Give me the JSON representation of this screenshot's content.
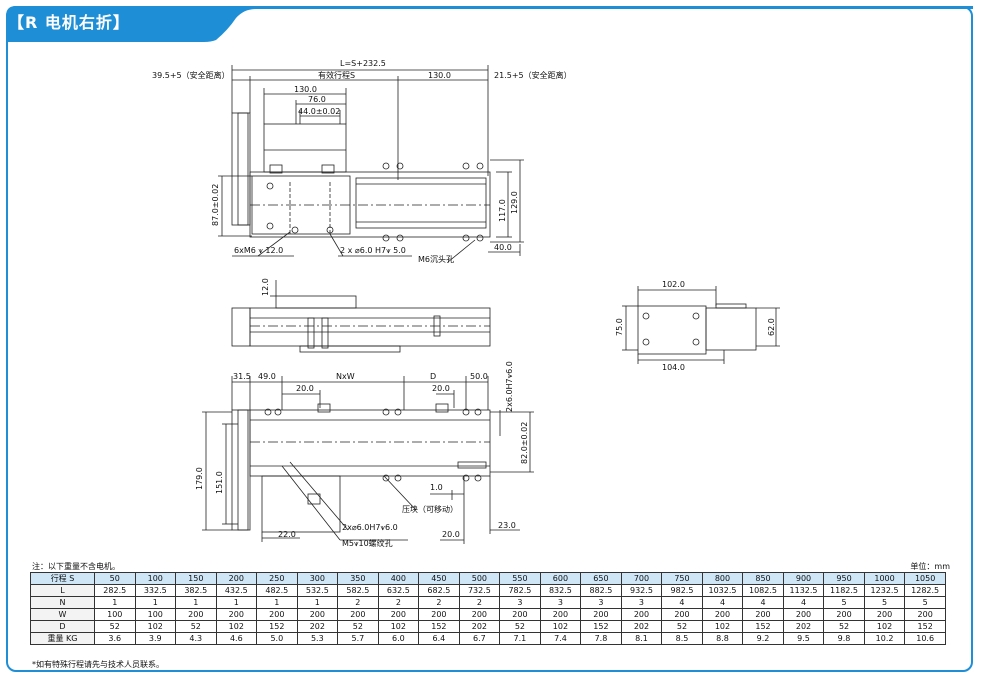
{
  "header": {
    "title": "【R 电机右折】"
  },
  "drawing": {
    "top_view": {
      "total_length": "L=S+232.5",
      "left_safety": "39.5+5（安全距离）",
      "effective_stroke": "有效行程S",
      "right_gap": "130.0",
      "right_safety": "21.5+5（安全距离）",
      "dim_130": "130.0",
      "dim_76": "76.0",
      "dim_44": "44.0±0.02",
      "dim_87": "87.0±0.02",
      "dim_117": "117.0",
      "dim_129": "129.0",
      "dim_40": "40.0",
      "hole_m6": "6xM6 ⩛ 12.0",
      "hole_pin": "2 x ⌀6.0 H7⩛ 5.0",
      "counterbore": "M6沉头孔"
    },
    "side_view": {
      "dim_12": "12.0"
    },
    "end_view": {
      "dim_102": "102.0",
      "dim_75": "75.0",
      "dim_62": "62.0",
      "dim_104": "104.0"
    },
    "bottom_view": {
      "dim_31_5": "31.5",
      "dim_49": "49.0",
      "dim_nxw": "NxW",
      "dim_d": "D",
      "dim_50": "50.0",
      "dim_20_a": "20.0",
      "dim_20_b": "20.0",
      "dim_pin": "2x6.0H7⩛6.0",
      "dim_82": "82.0±0.02",
      "dim_179": "179.0",
      "dim_151": "151.0",
      "dim_1": "1.0",
      "pressure_block": "压块（可移动）",
      "pin_hole": "2x⌀6.0H7⩛6.0",
      "thread_hole": "M5⩛10螺纹孔",
      "dim_22": "22.0",
      "dim_20_c": "20.0",
      "dim_23": "23.0"
    }
  },
  "notes": {
    "weight_note": "注：以下重量不含电机。",
    "unit": "单位：mm",
    "footnote": "*如有特殊行程请先与技术人员联系。"
  },
  "spec_table": {
    "rows": [
      {
        "label": "行程 S",
        "values": [
          "50",
          "100",
          "150",
          "200",
          "250",
          "300",
          "350",
          "400",
          "450",
          "500",
          "550",
          "600",
          "650",
          "700",
          "750",
          "800",
          "850",
          "900",
          "950",
          "1000",
          "1050"
        ]
      },
      {
        "label": "L",
        "values": [
          "282.5",
          "332.5",
          "382.5",
          "432.5",
          "482.5",
          "532.5",
          "582.5",
          "632.5",
          "682.5",
          "732.5",
          "782.5",
          "832.5",
          "882.5",
          "932.5",
          "982.5",
          "1032.5",
          "1082.5",
          "1132.5",
          "1182.5",
          "1232.5",
          "1282.5"
        ]
      },
      {
        "label": "N",
        "values": [
          "1",
          "1",
          "1",
          "1",
          "1",
          "1",
          "2",
          "2",
          "2",
          "2",
          "3",
          "3",
          "3",
          "3",
          "4",
          "4",
          "4",
          "4",
          "5",
          "5",
          "5"
        ]
      },
      {
        "label": "W",
        "values": [
          "100",
          "100",
          "200",
          "200",
          "200",
          "200",
          "200",
          "200",
          "200",
          "200",
          "200",
          "200",
          "200",
          "200",
          "200",
          "200",
          "200",
          "200",
          "200",
          "200",
          "200"
        ]
      },
      {
        "label": "D",
        "values": [
          "52",
          "102",
          "52",
          "102",
          "152",
          "202",
          "52",
          "102",
          "152",
          "202",
          "52",
          "102",
          "152",
          "202",
          "52",
          "102",
          "152",
          "202",
          "52",
          "102",
          "152"
        ]
      },
      {
        "label": "重量 KG",
        "values": [
          "3.6",
          "3.9",
          "4.3",
          "4.6",
          "5.0",
          "5.3",
          "5.7",
          "6.0",
          "6.4",
          "6.7",
          "7.1",
          "7.4",
          "7.8",
          "8.1",
          "8.5",
          "8.8",
          "9.2",
          "9.5",
          "9.8",
          "10.2",
          "10.6"
        ]
      }
    ]
  },
  "colors": {
    "brand_blue": "#1e8fd6",
    "header_row": "#cfe6f7"
  }
}
